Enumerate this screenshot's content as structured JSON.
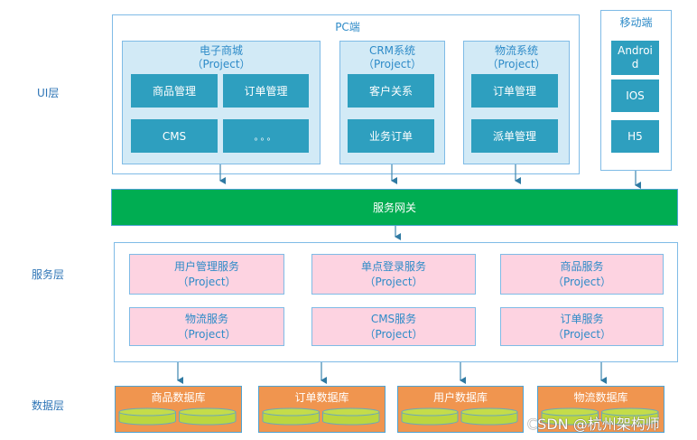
{
  "layers": {
    "ui": "UI层",
    "service": "服务层",
    "data": "数据层"
  },
  "pc": {
    "title": "PC端",
    "projects": [
      {
        "name": "电子商城",
        "sub": "（Project）",
        "modules": [
          "商品管理",
          "订单管理",
          "CMS",
          "。。。"
        ]
      },
      {
        "name": "CRM系统",
        "sub": "（Project）",
        "modules": [
          "客户关系",
          "业务订单"
        ]
      },
      {
        "name": "物流系统",
        "sub": "（Project）",
        "modules": [
          "订单管理",
          "派单管理"
        ]
      }
    ]
  },
  "mobile": {
    "title": "移动端",
    "modules": [
      "Androi d",
      "IOS",
      "H5"
    ]
  },
  "gateway": {
    "label": "服务网关"
  },
  "services": [
    {
      "name": "用户管理服务",
      "sub": "（Project）"
    },
    {
      "name": "单点登录服务",
      "sub": "（Project）"
    },
    {
      "name": "商品服务",
      "sub": "（Project）"
    },
    {
      "name": "物流服务",
      "sub": "（Project）"
    },
    {
      "name": "CMS服务",
      "sub": "（Project）"
    },
    {
      "name": "订单服务",
      "sub": "（Project）"
    }
  ],
  "databases": [
    {
      "name": "商品数据库"
    },
    {
      "name": "订单数据库"
    },
    {
      "name": "用户数据库"
    },
    {
      "name": "物流数据库"
    }
  ],
  "watermark": "CSDN @杭州架构师",
  "colors": {
    "module": "#2e9fbf",
    "project_bg": "#d2eaf6",
    "gateway": "#00ad52",
    "service_bg": "#fdd3e1",
    "database_bg": "#f0954f",
    "disk": "#bcd63f",
    "border": "#7fbbe6",
    "label": "#2e75b6"
  }
}
